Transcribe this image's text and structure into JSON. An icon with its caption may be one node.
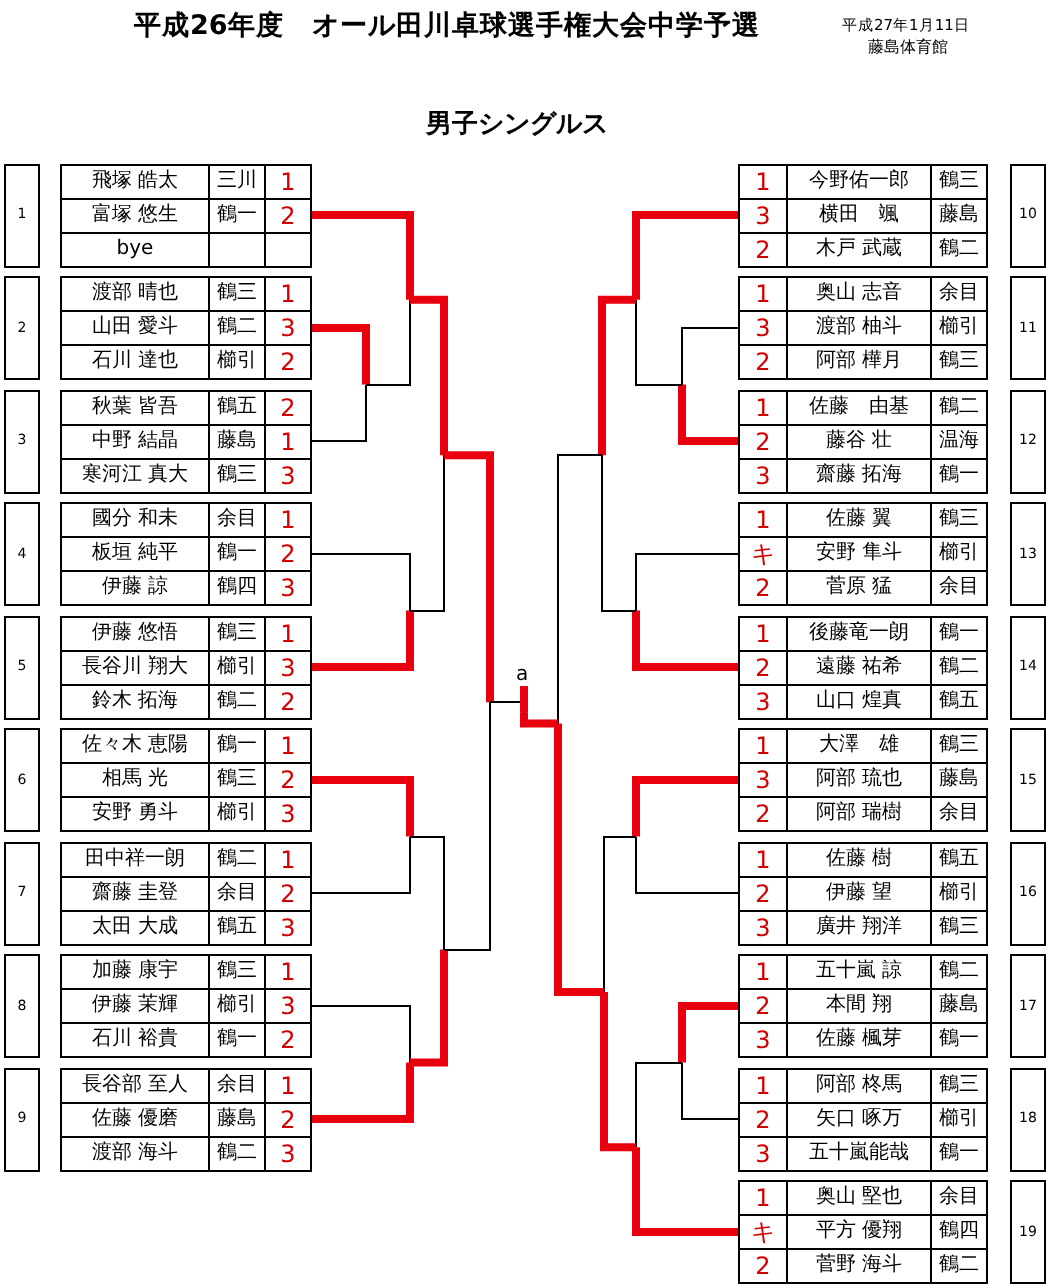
{
  "diagram": {
    "title": "平成26年度　オール田川卓球選手権大会中学予選",
    "nodes": [
      {
        "text": [
          "1"
        ]
      },
      {
        "text": [
          "飛塚 皓太",
          "三川",
          "1",
          "富塚 悠生",
          "鶴一",
          "2",
          "bye"
        ]
      },
      {
        "text": [
          "2"
        ]
      },
      {
        "text": [
          "渡部 晴也",
          "鶴三",
          "1",
          "山田 愛斗",
          "鶴二",
          "3",
          "石川 達也",
          "櫛引",
          "2"
        ]
      },
      {
        "text": [
          "3"
        ]
      },
      {
        "text": [
          "秋葉 皆吾",
          "鶴五",
          "2",
          "中野 結晶",
          "藤島",
          "1",
          "寒河江 真大",
          "鶴三",
          "3"
        ]
      },
      {
        "text": [
          "4"
        ]
      },
      {
        "text": [
          "國分 和未",
          "余目",
          "1",
          "板垣 純平",
          "鶴一",
          "2",
          "伊藤 諒",
          "鶴四",
          "3"
        ]
      },
      {
        "text": [
          "5"
        ]
      },
      {
        "text": [
          "伊藤 悠悟",
          "鶴三",
          "1",
          "長谷川 翔大",
          "櫛引",
          "3",
          "鈴木 拓海",
          "鶴二",
          "2"
        ]
      },
      {
        "text": [
          "6"
        ]
      },
      {
        "text": [
          "佐々木 恵陽",
          "鶴一",
          "1",
          "相馬 光",
          "鶴三",
          "2",
          "安野 勇斗",
          "櫛引",
          "3"
        ]
      },
      {
        "text": [
          "7"
        ]
      },
      {
        "text": [
          "田中祥一朗",
          "鶴二",
          "1",
          "齋藤 圭登",
          "余目",
          "2",
          "太田 大成",
          "鶴五",
          "3"
        ]
      },
      {
        "text": [
          "8"
        ]
      },
      {
        "text": [
          "加藤 康宇",
          "鶴三",
          "1",
          "伊藤 茉輝",
          "櫛引",
          "3",
          "石川 裕貴",
          "鶴一",
          "2"
        ]
      },
      {
        "text": [
          "9"
        ]
      },
      {
        "text": [
          "長谷部 至人",
          "余目",
          "1",
          "佐藤 優磨",
          "藤島",
          "2",
          "渡部 海斗",
          "鶴二",
          "3"
        ]
      },
      {
        "text": [
          "a"
        ]
      },
      {
        "text": [
          "1",
          "今野佑一郎",
          "鶴三",
          "3",
          "横田　颯",
          "藤島",
          "2",
          "木戸 武蔵",
          "鶴二"
        ]
      },
      {
        "text": [
          "10"
        ]
      },
      {
        "text": [
          "1",
          "奥山 志音",
          "余目",
          "3",
          "渡部 柚斗",
          "櫛引",
          "2",
          "阿部 樺月",
          "鶴三"
        ]
      },
      {
        "text": [
          "11"
        ]
      },
      {
        "text": [
          "1",
          "佐藤　由基",
          "鶴二",
          "2",
          "藤谷 壮",
          "温海",
          "3",
          "齋藤 拓海",
          "鶴一"
        ]
      },
      {
        "text": [
          "12"
        ]
      },
      {
        "text": [
          "1",
          "佐藤 翼",
          "鶴三",
          "キ",
          "安野 隼斗",
          "櫛引",
          "2",
          "菅原 猛",
          "余目"
        ]
      },
      {
        "text": [
          "13"
        ]
      },
      {
        "text": [
          "1",
          "後藤竜一朗",
          "鶴一",
          "2",
          "遠藤 祐希",
          "鶴二",
          "3",
          "山口 煌真",
          "鶴五"
        ]
      },
      {
        "text": [
          "14"
        ]
      },
      {
        "text": [
          "1",
          "大澤　雄",
          "鶴三",
          "3",
          "阿部 琉也",
          "藤島",
          "2",
          "阿部 瑞樹",
          "余目"
        ]
      },
      {
        "text": [
          "15"
        ]
      },
      {
        "text": [
          "1",
          "佐藤 樹",
          "鶴五",
          "2",
          "伊藤 望",
          "櫛引",
          "3",
          "廣井 翔洋",
          "鶴三"
        ]
      },
      {
        "text": [
          "16"
        ]
      },
      {
        "text": [
          "1",
          "五十嵐 諒",
          "鶴二",
          "2",
          "本間 翔",
          "藤島",
          "3",
          "佐藤 楓芽",
          "鶴一"
        ]
      },
      {
        "text": [
          "17"
        ]
      },
      {
        "text": [
          "1",
          "阿部 柊馬",
          "鶴三",
          "2",
          "矢口 啄万",
          "櫛引",
          "3",
          "五十嵐能哉",
          "鶴一"
        ]
      },
      {
        "text": [
          "18"
        ]
      },
      {
        "text": [
          "1",
          "奥山 堅也",
          "余目",
          "キ",
          "平方 優翔",
          "鶴四",
          "2",
          "菅野 海斗",
          "鶴二"
        ]
      },
      {
        "text": [
          "19"
        ]
      }
    ],
    "edges": [
      {
        "from": 1,
        "to": 18,
        "arrow": "none"
      },
      {
        "from": 3,
        "to": 18,
        "arrow": "none"
      },
      {
        "from": 5,
        "to": 18,
        "arrow": "none"
      },
      {
        "from": 7,
        "to": 18,
        "arrow": "none"
      },
      {
        "from": 9,
        "to": 18,
        "arrow": "none"
      },
      {
        "from": 11,
        "to": 18,
        "arrow": "none",
        "color": "#000000"
      },
      {
        "from": 13,
        "to": 18,
        "arrow": "none",
        "color": "#000000"
      },
      {
        "from": 15,
        "to": 18,
        "arrow": "none",
        "color": "#000000"
      },
      {
        "from": 17,
        "to": 18,
        "arrow": "none",
        "color": "#000000"
      },
      {
        "from": 19,
        "to": 18,
        "arrow": "none",
        "color": "#000000"
      },
      {
        "from": 21,
        "to": 18,
        "arrow": "none",
        "color": "#000000"
      },
      {
        "from": 23,
        "to": 18,
        "arrow": "none",
        "color": "#000000"
      },
      {
        "from": 25,
        "to": 18,
        "arrow": "none",
        "color": "#000000"
      },
      {
        "from": 27,
        "to": 18,
        "arrow": "none",
        "color": "#000000"
      },
      {
        "from": 29,
        "to": 18,
        "arrow": "none"
      },
      {
        "from": 31,
        "to": 18,
        "arrow": "none"
      },
      {
        "from": 33,
        "to": 18,
        "arrow": "none"
      },
      {
        "from": 35,
        "to": 18,
        "arrow": "none"
      },
      {
        "from": 37,
        "to": 18,
        "arrow": "none"
      }
    ],
    "labels": [
      "平成27年1月11日",
      "藤島体育館",
      "男子シングルス"
    ]
  }
}
